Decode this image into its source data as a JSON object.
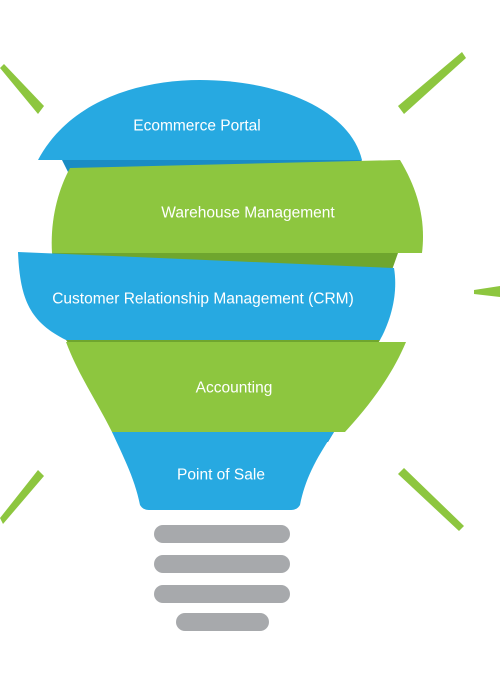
{
  "segments": [
    {
      "label": "Ecommerce Portal",
      "color": "#27a9e1"
    },
    {
      "label": "Warehouse Management",
      "color": "#8dc63f"
    },
    {
      "label": "Customer Relationship Management (CRM)",
      "color": "#27a9e1"
    },
    {
      "label": "Accounting",
      "color": "#8dc63f"
    },
    {
      "label": "Point of Sale",
      "color": "#27a9e1"
    }
  ],
  "colors": {
    "blue": "#27a9e1",
    "blue_shadow": "#1a8cc4",
    "green": "#8dc63f",
    "green_shadow": "#6fa62e",
    "base_grey": "#a7a9ac",
    "ray_green": "#8dc63f"
  }
}
